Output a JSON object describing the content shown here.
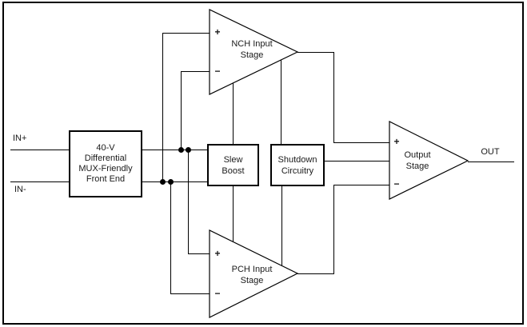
{
  "colors": {
    "line": "#000000",
    "background": "#ffffff",
    "text": "#1a1a1a"
  },
  "inputs": {
    "in_plus": "IN+",
    "in_minus": "IN-"
  },
  "outputs": {
    "out": "OUT"
  },
  "blocks": {
    "front_end": {
      "line1": "40-V",
      "line2": "Differential",
      "line3": "MUX-Friendly",
      "line4": "Front End"
    },
    "slew_boost": {
      "line1": "Slew",
      "line2": "Boost"
    },
    "shutdown": {
      "line1": "Shutdown",
      "line2": "Circuitry"
    }
  },
  "amplifiers": {
    "nch": {
      "line1": "NCH Input",
      "line2": "Stage",
      "plus": "+",
      "minus": "−"
    },
    "pch": {
      "line1": "PCH Input",
      "line2": "Stage",
      "plus": "+",
      "minus": "−"
    },
    "output_stage": {
      "line1": "Output",
      "line2": "Stage",
      "plus": "+",
      "minus": "−"
    }
  }
}
